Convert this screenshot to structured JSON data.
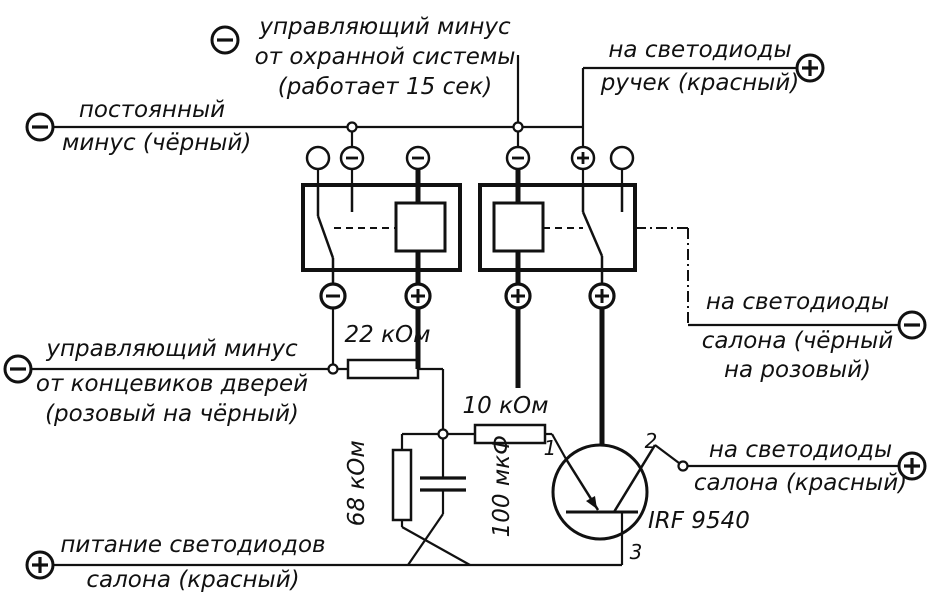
{
  "labels": {
    "security_minus": {
      "line1": "управляющий минус",
      "line2": "от охранной системы",
      "line3": "(работает 15 сек)"
    },
    "constant_minus": {
      "line1": "постоянный",
      "line2": "минус (чёрный)"
    },
    "handle_leds": {
      "line1": "на светодиоды",
      "line2": "ручек (красный)"
    },
    "salon_leds_pink": {
      "line1": "на светодиоды",
      "line2": "салона (чёрный",
      "line3": "на розовый)"
    },
    "door_minus": {
      "line1": "управляющий минус",
      "line2": "от концевиков дверей",
      "line3": "(розовый на чёрный)"
    },
    "salon_leds_red": {
      "line1": "на светодиоды",
      "line2": "салона (красный)"
    },
    "salon_power": {
      "line1": "питание светодиодов",
      "line2": "салона (красный)"
    },
    "resistor_22k": "22 кОм",
    "resistor_10k": "10 кОм",
    "resistor_68k": "68 кОм",
    "capacitor_100uf": "100 мкФ",
    "transistor": "IRF 9540",
    "pin1": "1",
    "pin2": "2",
    "pin3": "3"
  },
  "terminals": [
    {
      "name": "constant-minus",
      "polarity": "minus"
    },
    {
      "name": "security-minus",
      "polarity": "minus"
    },
    {
      "name": "handle-leds-plus",
      "polarity": "plus"
    },
    {
      "name": "salon-pink-minus",
      "polarity": "minus"
    },
    {
      "name": "door-minus",
      "polarity": "minus"
    },
    {
      "name": "salon-red-plus",
      "polarity": "plus"
    },
    {
      "name": "salon-power-plus",
      "polarity": "plus"
    }
  ],
  "colors": {
    "line": "#111111",
    "background": "#ffffff"
  }
}
